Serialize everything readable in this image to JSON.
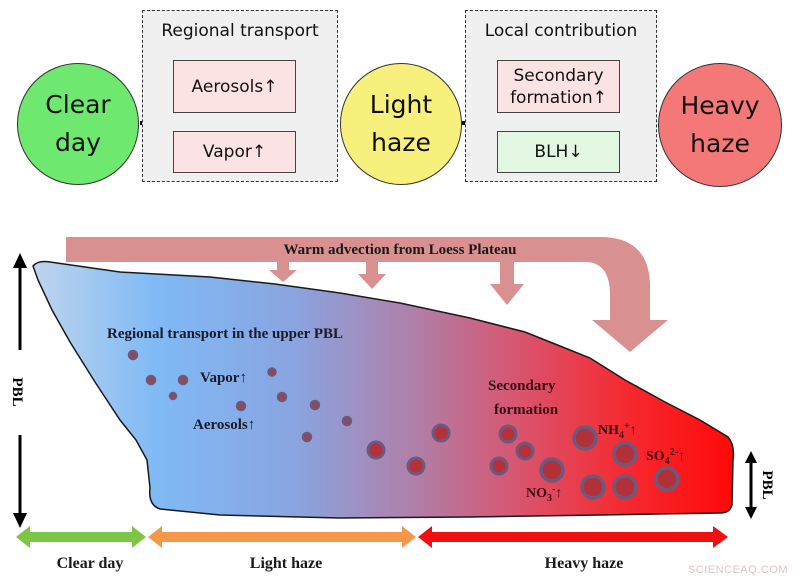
{
  "flow": {
    "stages": [
      {
        "label_line1": "Clear",
        "label_line2": "day",
        "color": "#6ee86e"
      },
      {
        "label_line1": "Light",
        "label_line2": "haze",
        "color": "#f7f07c"
      },
      {
        "label_line1": "Heavy",
        "label_line2": "haze",
        "color": "#f47878"
      }
    ],
    "groups": [
      {
        "title": "Regional transport",
        "factors": [
          {
            "label": "Aerosols↑",
            "color": "#fbe3e3"
          },
          {
            "label": "Vapor↑",
            "color": "#fbe3e3"
          }
        ]
      },
      {
        "title": "Local contribution",
        "factors": [
          {
            "label_line1": "Secondary",
            "label_line2": "formation↑",
            "color": "#fbe3e3"
          },
          {
            "label": "BLH↓",
            "color": "#e3f8e3"
          }
        ]
      }
    ]
  },
  "schematic": {
    "advection_label": "Warm advection from Loess Plateau",
    "advection_color": "#d88f8f",
    "regional_label": "Regional transport in the upper PBL",
    "vapor_label": "Vapor↑",
    "aerosols_label": "Aerosols↑",
    "secondary_line1": "Secondary",
    "secondary_line2": "formation",
    "nh4_label": "NH",
    "nh4_sub": "4",
    "nh4_sup": "+",
    "so4_label": "SO",
    "so4_sub": "4",
    "so4_sup": "2-",
    "no3_label": "NO",
    "no3_sub": "3",
    "no3_sup": "-",
    "arrow_up": "↑",
    "pbl_left": "PBL",
    "pbl_right": "PBL",
    "gradient": {
      "start": "#b7d2f0",
      "blue": "#7db8f4",
      "mid": "#a68ab8",
      "pink": "#d0607a",
      "end": "#ff0e12"
    }
  },
  "timeline": [
    {
      "label": "Clear day",
      "color": "#7dc645"
    },
    {
      "label": "Light haze",
      "color": "#f5984a"
    },
    {
      "label": "Heavy haze",
      "color": "#f01010"
    }
  ],
  "watermark": "SCIENCEAQ.COM"
}
